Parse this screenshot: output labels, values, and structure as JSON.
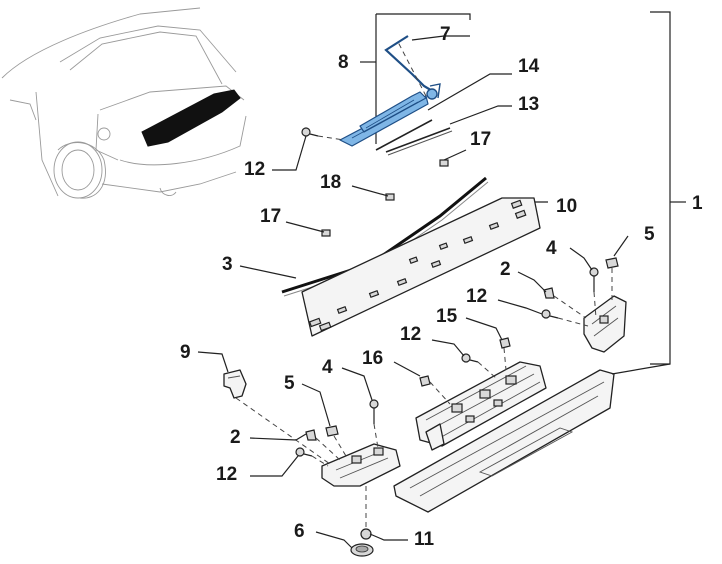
{
  "callouts": [
    {
      "id": "c1",
      "text": "1"
    },
    {
      "id": "c2a",
      "text": "2"
    },
    {
      "id": "c2b",
      "text": "2"
    },
    {
      "id": "c3",
      "text": "3"
    },
    {
      "id": "c4a",
      "text": "4"
    },
    {
      "id": "c4b",
      "text": "4"
    },
    {
      "id": "c5a",
      "text": "5"
    },
    {
      "id": "c5b",
      "text": "5"
    },
    {
      "id": "c6",
      "text": "6"
    },
    {
      "id": "c7",
      "text": "7"
    },
    {
      "id": "c8",
      "text": "8"
    },
    {
      "id": "c9",
      "text": "9"
    },
    {
      "id": "c10",
      "text": "10"
    },
    {
      "id": "c11",
      "text": "11"
    },
    {
      "id": "c12a",
      "text": "12"
    },
    {
      "id": "c12b",
      "text": "12"
    },
    {
      "id": "c12c",
      "text": "12"
    },
    {
      "id": "c12d",
      "text": "12"
    },
    {
      "id": "c13",
      "text": "13"
    },
    {
      "id": "c14",
      "text": "14"
    },
    {
      "id": "c15",
      "text": "15"
    },
    {
      "id": "c16",
      "text": "16"
    },
    {
      "id": "c17a",
      "text": "17"
    },
    {
      "id": "c17b",
      "text": "17"
    },
    {
      "id": "c18",
      "text": "18"
    }
  ],
  "colors": {
    "highlight_fill": "#7fb6e6",
    "highlight_stroke": "#1f4f86",
    "line": "#222222",
    "car_outline": "#9a9a9a"
  }
}
